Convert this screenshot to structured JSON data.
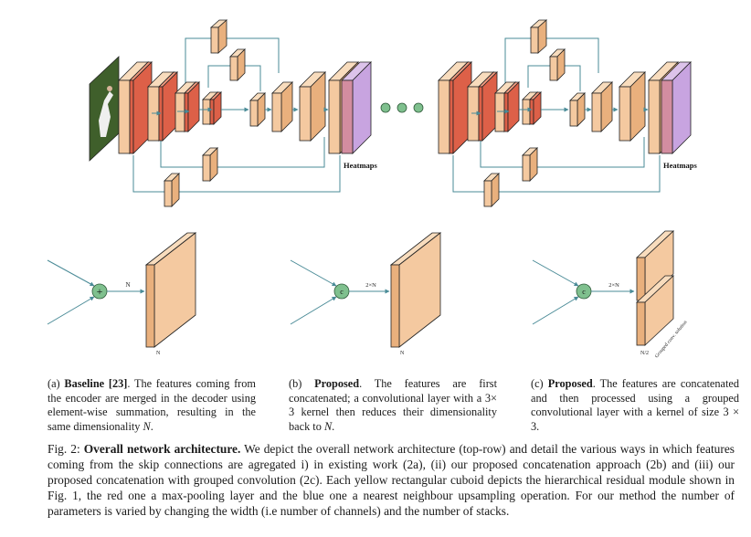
{
  "top_diagram": {
    "heatmaps_label_left": "Heatmaps",
    "heatmaps_label_right": "Heatmaps"
  },
  "panels": {
    "a": {
      "input_label": "N",
      "output_label": "N"
    },
    "b": {
      "input_label": "2×N",
      "output_label": "N"
    },
    "c": {
      "input_label": "2×N",
      "output_label": "N/2",
      "group_label": "Grouped conv. solution"
    }
  },
  "subcaptions": {
    "a": {
      "tag": "(a)",
      "bold": "Baseline [23]",
      "text_1": ". The features coming from the encoder are merged in the decoder using element-wise summation, resulting in the same dimensionality ",
      "var": "N",
      "text_2": "."
    },
    "b": {
      "tag": "(b)",
      "bold": "Proposed",
      "text_1": ". The features are first concatenated; a convolutional layer with a 3× 3 kernel then reduces their dimensionality back to ",
      "var": "N",
      "text_2": "."
    },
    "c": {
      "tag": "(c)",
      "bold": "Proposed",
      "text_1": ". The features are concatenated and then processed using a grouped convolutional layer with a kernel of size 3 × 3."
    }
  },
  "caption": {
    "label": "Fig. 2:",
    "bold": "Overall network architecture.",
    "text": " We depict the overall network architecture (top-row) and detail the various ways in which features coming from the skip connections are agregated i) in existing work (2a), (ii) our proposed concatenation approach (2b) and (iii) our proposed concatenation with grouped convolution (2c). Each yellow rectangular cuboid depicts the hierarchical residual module shown in Fig. 1, the red one a max-pooling layer and the blue one a nearest neighbour upsampling operation. For our method the number of parameters is varied by changing the width (i.e number of channels) and the number of stacks."
  },
  "colors": {
    "residual_front": "#f4c9a0",
    "residual_side": "#e9b07d",
    "pool_red": "#dd6048",
    "upsample_purple": "#c8a4e0",
    "skip_line": "#4a8b97",
    "node_green": "#7fc08e"
  }
}
